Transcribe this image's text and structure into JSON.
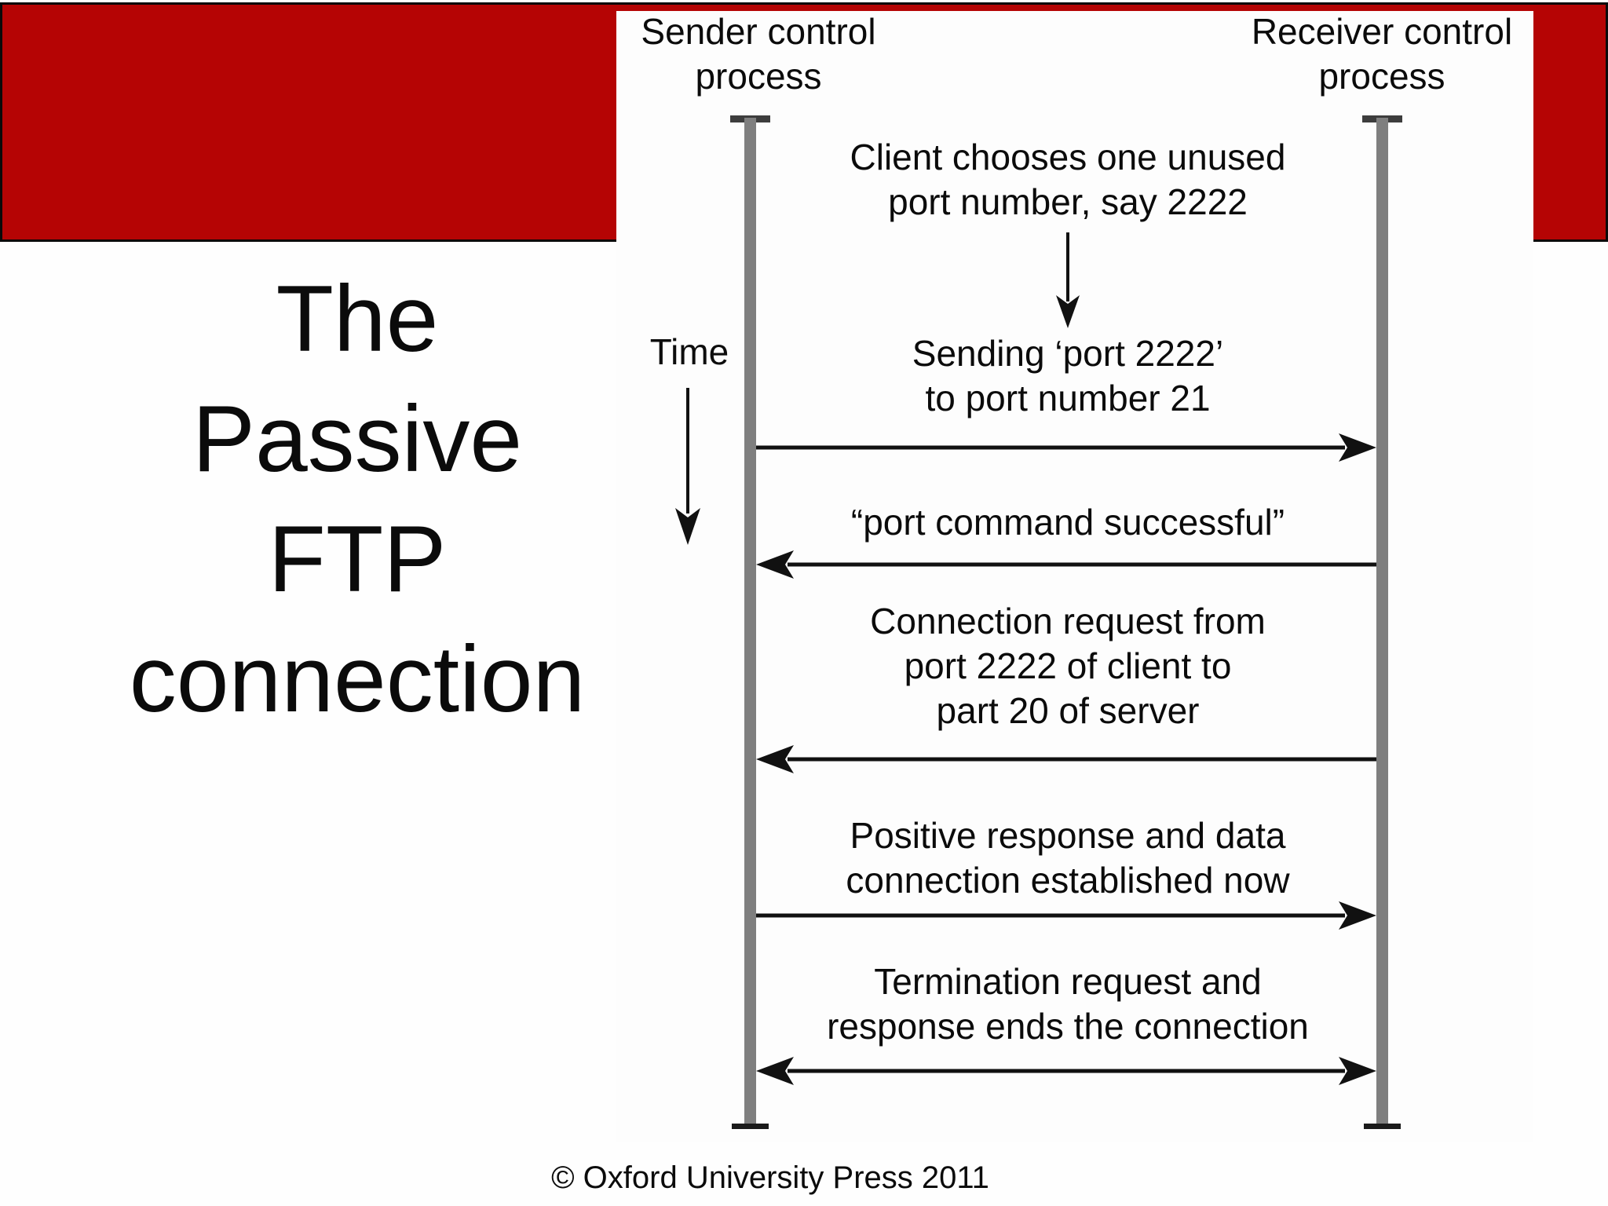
{
  "slide": {
    "title_lines": [
      "The",
      "Passive",
      "FTP",
      "connection"
    ],
    "footer": "© Oxford University Press 2011"
  },
  "colors": {
    "banner_red": "#b50404",
    "lifeline_gray": "#7f7f7f",
    "arrow_black": "#111111"
  },
  "diagram": {
    "sender_label_lines": [
      "Sender control",
      "process"
    ],
    "receiver_label_lines": [
      "Receiver control",
      "process"
    ],
    "time_label": "Time",
    "messages": [
      {
        "arrow": "down",
        "lines": [
          "Client chooses one unused",
          "port number, say 2222"
        ]
      },
      {
        "arrow": "right",
        "lines": [
          "Sending ‘port 2222’",
          "to port number 21"
        ]
      },
      {
        "arrow": "left",
        "lines": [
          "“port command successful”"
        ]
      },
      {
        "arrow": "left",
        "lines": [
          "Connection request from",
          "port 2222 of client to",
          "part 20 of server"
        ]
      },
      {
        "arrow": "right",
        "lines": [
          "Positive response and data",
          "connection established now"
        ]
      },
      {
        "arrow": "both",
        "lines": [
          "Termination request and",
          "response ends the connection"
        ]
      }
    ]
  }
}
